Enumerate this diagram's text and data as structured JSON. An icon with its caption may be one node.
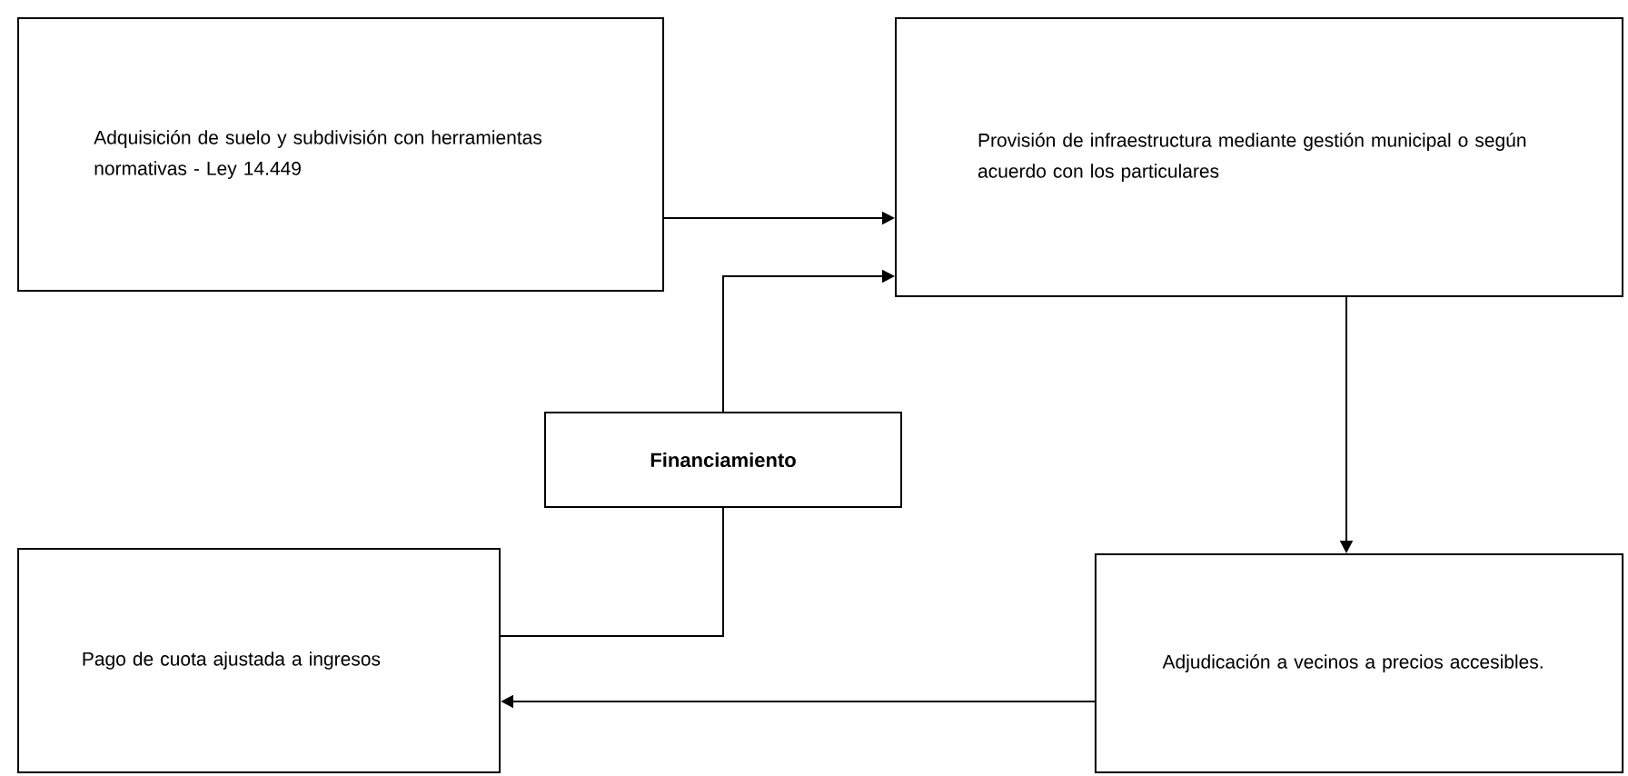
{
  "diagram": {
    "nodes": [
      {
        "text": [
          "Adquisición de suelo y subdivisión con herramientas normativas - Ley 14.449"
        ]
      },
      {
        "text": [
          "Provisión de infraestructura mediante gestión municipal o según acuerdo con los particulares"
        ]
      },
      {
        "text": [
          "Financiamiento"
        ]
      },
      {
        "text": [
          "Pago de cuota ajustada a ingresos"
        ]
      },
      {
        "text": [
          "Adjudicación a vecinos a precios accesibles."
        ]
      }
    ],
    "edges": [
      {
        "from": 0,
        "to": 1,
        "arrow": "to"
      },
      {
        "from": 2,
        "to": 1,
        "arrow": "to"
      },
      {
        "from": 2,
        "to": 3,
        "arrow": "none"
      },
      {
        "from": 1,
        "to": 4,
        "arrow": "to"
      },
      {
        "from": 4,
        "to": 3,
        "arrow": "to"
      }
    ]
  }
}
